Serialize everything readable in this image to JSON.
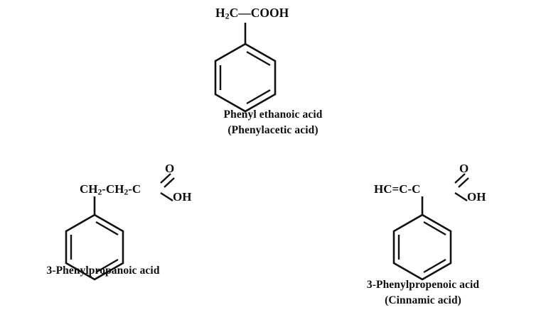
{
  "document": {
    "type": "chemical-structure-diagram",
    "background_color": "#ffffff",
    "ink_color": "#111111",
    "structure_count": 3
  },
  "structures": [
    {
      "id": "phenylacetic-acid",
      "position": "top-center",
      "formula_text": "H2C—COOH",
      "formula_parts": {
        "lead": "H",
        "sub": "2",
        "rest": "C",
        "bond": "—",
        "tail": "COOH"
      },
      "ring": "benzene",
      "name_primary": "Phenyl ethanoic acid",
      "name_secondary": "(Phenylacetic acid)"
    },
    {
      "id": "3-phenylpropanoic-acid",
      "position": "bottom-left",
      "chain_text": "CH2-CH2-C",
      "chain_parts": {
        "c1": "CH",
        "c1sub": "2",
        "dash1": "-",
        "c2": "CH",
        "c2sub": "2",
        "dash2": "-",
        "c3": "C"
      },
      "carbonyl_oxygen": "O",
      "hydroxyl_group": "OH",
      "ring": "benzene",
      "name_primary": "3-Phenylpropanoic acid",
      "name_secondary": ""
    },
    {
      "id": "cinnamic-acid",
      "position": "bottom-right",
      "chain_text": "HC=C-C",
      "chain_parts": {
        "c1": "HC",
        "double_bond": "=",
        "c2": "C",
        "dash": "-",
        "c3": "C"
      },
      "carbonyl_oxygen": "O",
      "hydroxyl_group": "OH",
      "ring": "benzene",
      "name_primary": "3-Phenylpropenoic acid",
      "name_secondary": "(Cinnamic acid)"
    }
  ],
  "chart_data": {
    "type": "diagram",
    "title": "",
    "items": [
      {
        "label": "Phenyl ethanoic acid",
        "alias": "(Phenylacetic acid)",
        "formula": "H2C-COOH",
        "ring": "benzene"
      },
      {
        "label": "3-Phenylpropanoic acid",
        "alias": "",
        "formula": "CH2-CH2-COOH",
        "ring": "benzene"
      },
      {
        "label": "3-Phenylpropenoic acid",
        "alias": "(Cinnamic acid)",
        "formula": "HC=C-COOH",
        "ring": "benzene"
      }
    ]
  }
}
